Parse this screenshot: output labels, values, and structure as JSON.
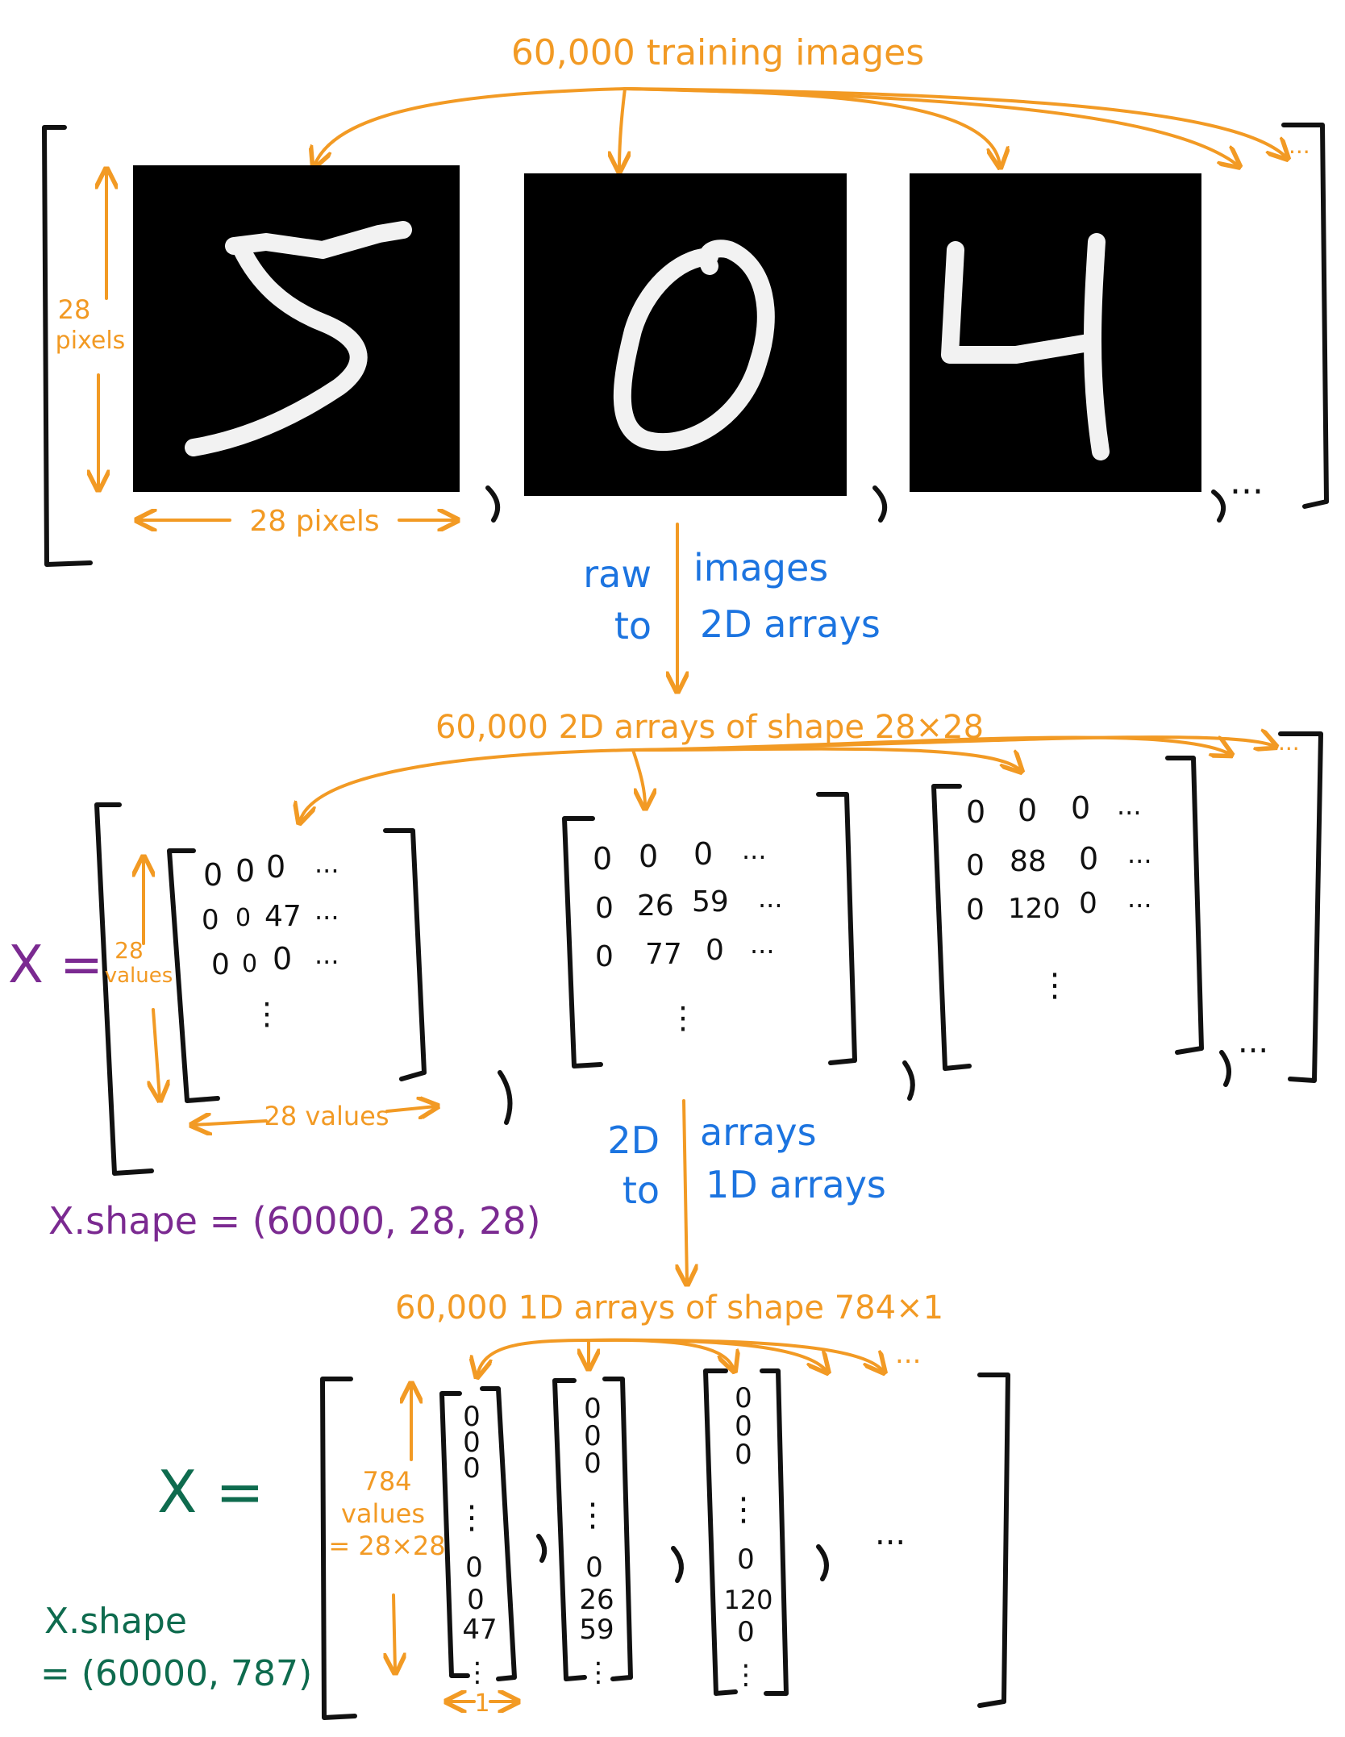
{
  "colors": {
    "annotation": "#F29A24",
    "step_label": "#1C74E0",
    "x3d": "#7B2A91",
    "x2d": "#0E6B4E",
    "ink": "#111111"
  },
  "section1": {
    "title": "60,000 training images",
    "height_label_1": "28",
    "height_label_2": "pixels",
    "width_label": "28 pixels",
    "ellipsis": "...",
    "image_digits": [
      "5",
      "0",
      "4"
    ]
  },
  "step1": {
    "line1_left": "raw",
    "line1_right": "images",
    "line2_left": "to",
    "line2_right": "2D arrays"
  },
  "section2": {
    "title": "60,000 2D arrays of shape 28×28",
    "x_eq": "X =",
    "height_label_1": "28",
    "height_label_2": "values",
    "width_label": "28 values",
    "shape": "X.shape = (60000, 28, 28)",
    "ellipsis": "...",
    "matrix1": [
      [
        "0",
        "0",
        "0",
        "..."
      ],
      [
        "0",
        "0",
        "47",
        "..."
      ],
      [
        "0",
        "0",
        "0",
        "..."
      ]
    ],
    "matrix2": [
      [
        "0",
        "0",
        "0",
        "..."
      ],
      [
        "0",
        "26",
        "59",
        "..."
      ],
      [
        "0",
        "77",
        "0",
        "..."
      ]
    ],
    "matrix3": [
      [
        "0",
        "0",
        "0",
        "..."
      ],
      [
        "0",
        "88",
        "0",
        "..."
      ],
      [
        "0",
        "120",
        "0",
        "..."
      ]
    ]
  },
  "step2": {
    "line1_left": "2D",
    "line1_right": "arrays",
    "line2_left": "to",
    "line2_right": "1D arrays"
  },
  "section3": {
    "title": "60,000 1D arrays of shape 784×1",
    "x_eq": "X =",
    "height_label_1": "784",
    "height_label_2": "values",
    "height_label_3": "= 28×28",
    "width_label": "1",
    "shape_1": "X.shape",
    "shape_2": "= (60000, 787)",
    "ellipsis": "...",
    "vec1": [
      "0",
      "0",
      "0",
      "⋮",
      "0",
      "0",
      "47",
      "⋮"
    ],
    "vec2": [
      "0",
      "0",
      "0",
      "⋮",
      "0",
      "26",
      "59",
      "⋮"
    ],
    "vec3": [
      "0",
      "0",
      "0",
      "⋮",
      "0",
      "120",
      "0",
      "⋮"
    ]
  }
}
